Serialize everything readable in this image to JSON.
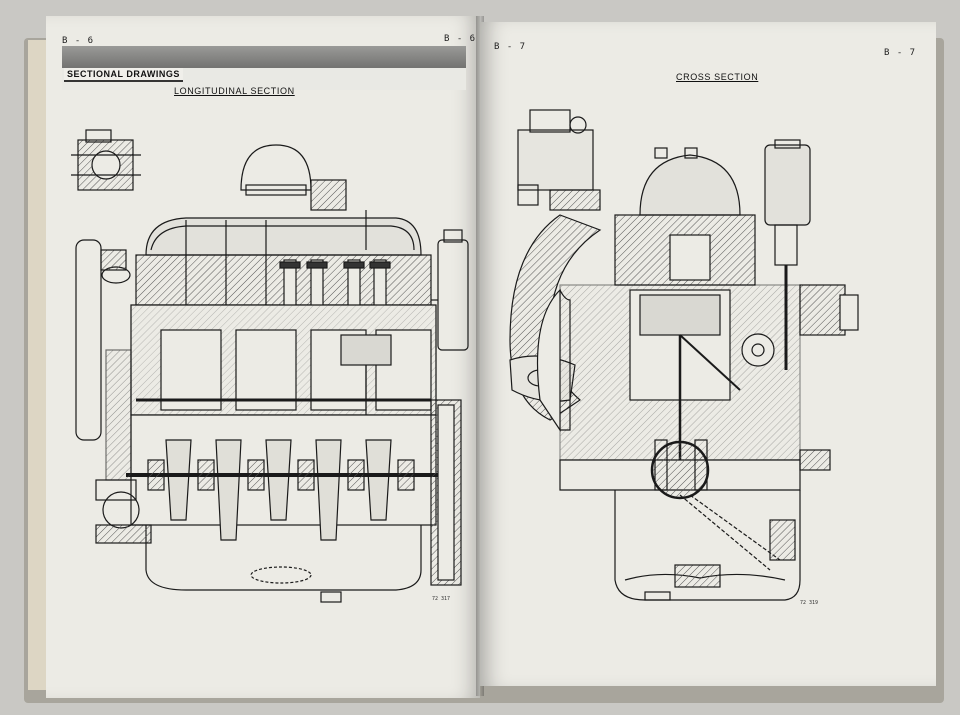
{
  "left_page": {
    "page_number_left": "B - 6",
    "page_number_right": "B - 6",
    "section_title": "SECTIONAL DRAWINGS",
    "caption": "LONGITUDINAL SECTION",
    "figure_id": "72 317"
  },
  "right_page": {
    "page_number_left": "B - 7",
    "page_number_right": "B - 7",
    "caption": "CROSS SECTION",
    "figure_id": "72 319"
  },
  "colors": {
    "paper": "#ecebe5",
    "ink": "#1a1a1a",
    "hatch": "#555555",
    "header_bar": "#7a7a78"
  }
}
